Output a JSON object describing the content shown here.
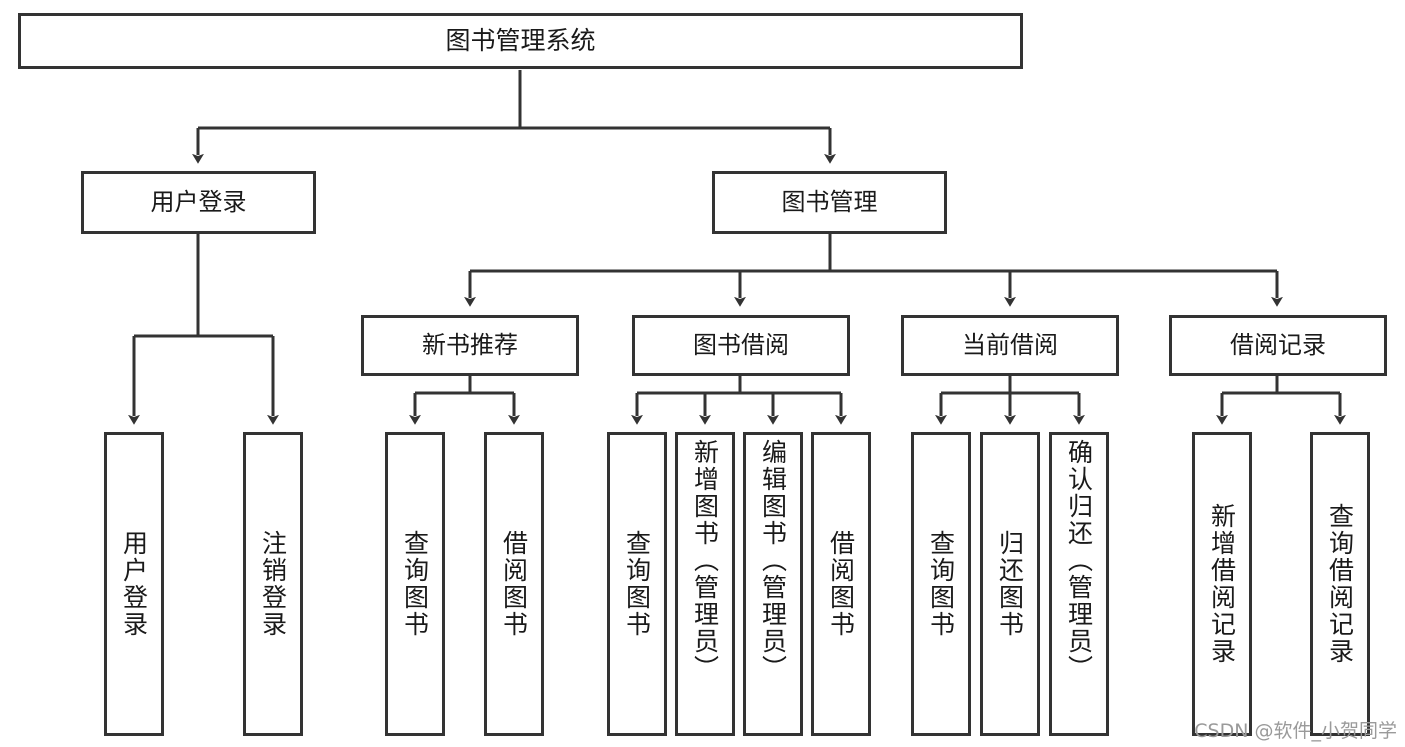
{
  "diagram": {
    "type": "tree-hierarchy",
    "title": "图书管理系统",
    "stroke_color": "#333333",
    "box_fill": "#ffffff",
    "background": "#ffffff",
    "orientation": "top-down",
    "leaf_text_orientation": "vertical"
  },
  "root": {
    "label": "图书管理系统"
  },
  "level2": {
    "user_login": {
      "label": "用户登录"
    },
    "book_manage": {
      "label": "图书管理"
    }
  },
  "level3": {
    "new_book_rec": {
      "label": "新书推荐"
    },
    "book_borrow": {
      "label": "图书借阅"
    },
    "current_borrow": {
      "label": "当前借阅"
    },
    "borrow_record": {
      "label": "借阅记录"
    }
  },
  "leaves": {
    "user_login": [
      {
        "label": "用户登录"
      },
      {
        "label": "注销登录"
      }
    ],
    "new_book_rec": [
      {
        "label": "查询图书"
      },
      {
        "label": "借阅图书"
      }
    ],
    "book_borrow": [
      {
        "label": "查询图书"
      },
      {
        "label": "新增图书（管理员）"
      },
      {
        "label": "编辑图书（管理员）"
      },
      {
        "label": "借阅图书"
      }
    ],
    "current_borrow": [
      {
        "label": "查询图书"
      },
      {
        "label": "归还图书"
      },
      {
        "label": "确认归还（管理员）"
      }
    ],
    "borrow_record": [
      {
        "label": "新增借阅记录"
      },
      {
        "label": "查询借阅记录"
      }
    ]
  },
  "watermark": {
    "text": "CSDN @软件_小贺同学"
  }
}
